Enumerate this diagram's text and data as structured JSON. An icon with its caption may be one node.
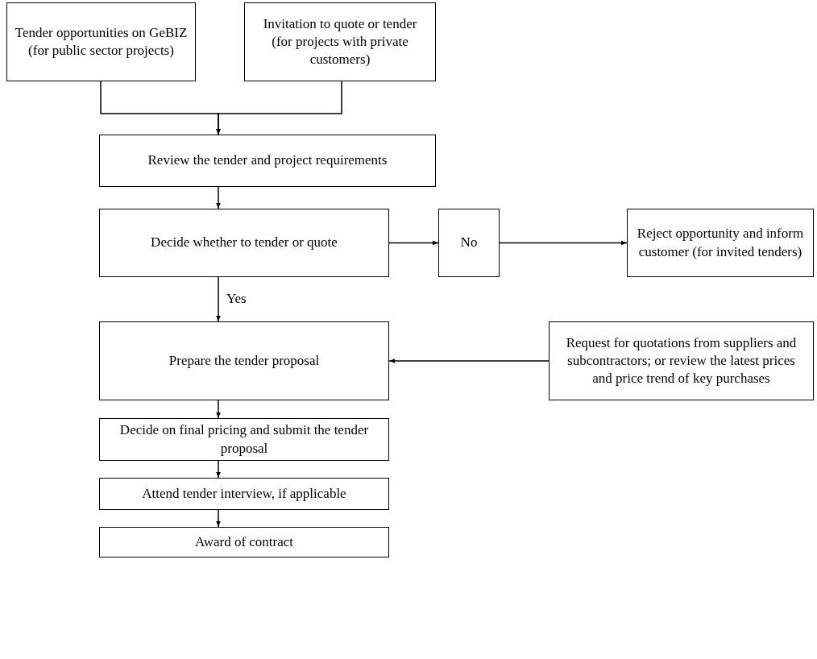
{
  "diagram": {
    "nodes": [
      {
        "text": [
          "Tender opportunities on GeBIZ (for public sector projects)"
        ]
      },
      {
        "text": [
          "Invitation to quote or tender (for projects with private customers)"
        ]
      },
      {
        "text": [
          "Review the tender and project requirements"
        ]
      },
      {
        "text": [
          "Decide whether to tender or quote"
        ]
      },
      {
        "text": [
          "No"
        ]
      },
      {
        "text": [
          "Reject opportunity and inform customer (for invited tenders)"
        ]
      },
      {
        "text": [
          "Prepare the tender proposal"
        ]
      },
      {
        "text": [
          "Request for quotations from suppliers and subcontractors; or review the latest prices and price trend of key purchases"
        ]
      },
      {
        "text": [
          "Decide on final pricing and submit the tender proposal"
        ]
      },
      {
        "text": [
          "Attend tender interview, if applicable"
        ]
      },
      {
        "text": [
          "Award of contract"
        ]
      }
    ],
    "edges": [
      {
        "from": 0,
        "to": 2,
        "arrow": "to"
      },
      {
        "from": 1,
        "to": 2,
        "arrow": "to"
      },
      {
        "from": 2,
        "to": 3,
        "arrow": "to"
      },
      {
        "from": 3,
        "to": 4,
        "arrow": "to"
      },
      {
        "from": 4,
        "to": 5,
        "arrow": "to"
      },
      {
        "from": 3,
        "to": 6,
        "arrow": "to",
        "label": "Yes"
      },
      {
        "from": 7,
        "to": 6,
        "arrow": "to"
      },
      {
        "from": 6,
        "to": 8,
        "arrow": "to"
      },
      {
        "from": 8,
        "to": 9,
        "arrow": "to"
      },
      {
        "from": 9,
        "to": 10,
        "arrow": "to"
      }
    ]
  }
}
